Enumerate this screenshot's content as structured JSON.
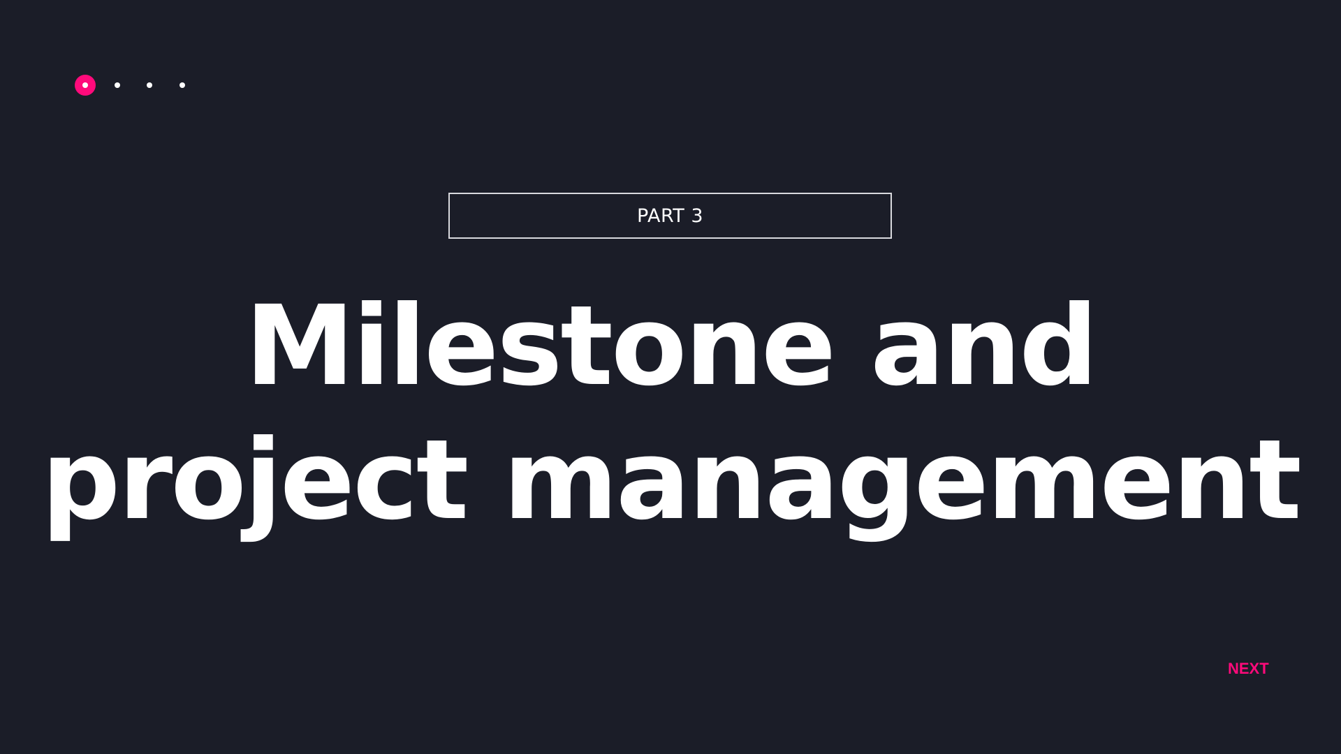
{
  "pager": {
    "total_slides": 4,
    "active_index": 1
  },
  "section": {
    "part_label": "PART 3"
  },
  "title": {
    "line1": "Milestone and",
    "line2": "project management"
  },
  "navigation": {
    "next_label": "NEXT"
  },
  "colors": {
    "background": "#1b1d28",
    "accent": "#ff0a7b",
    "text": "#ffffff"
  }
}
